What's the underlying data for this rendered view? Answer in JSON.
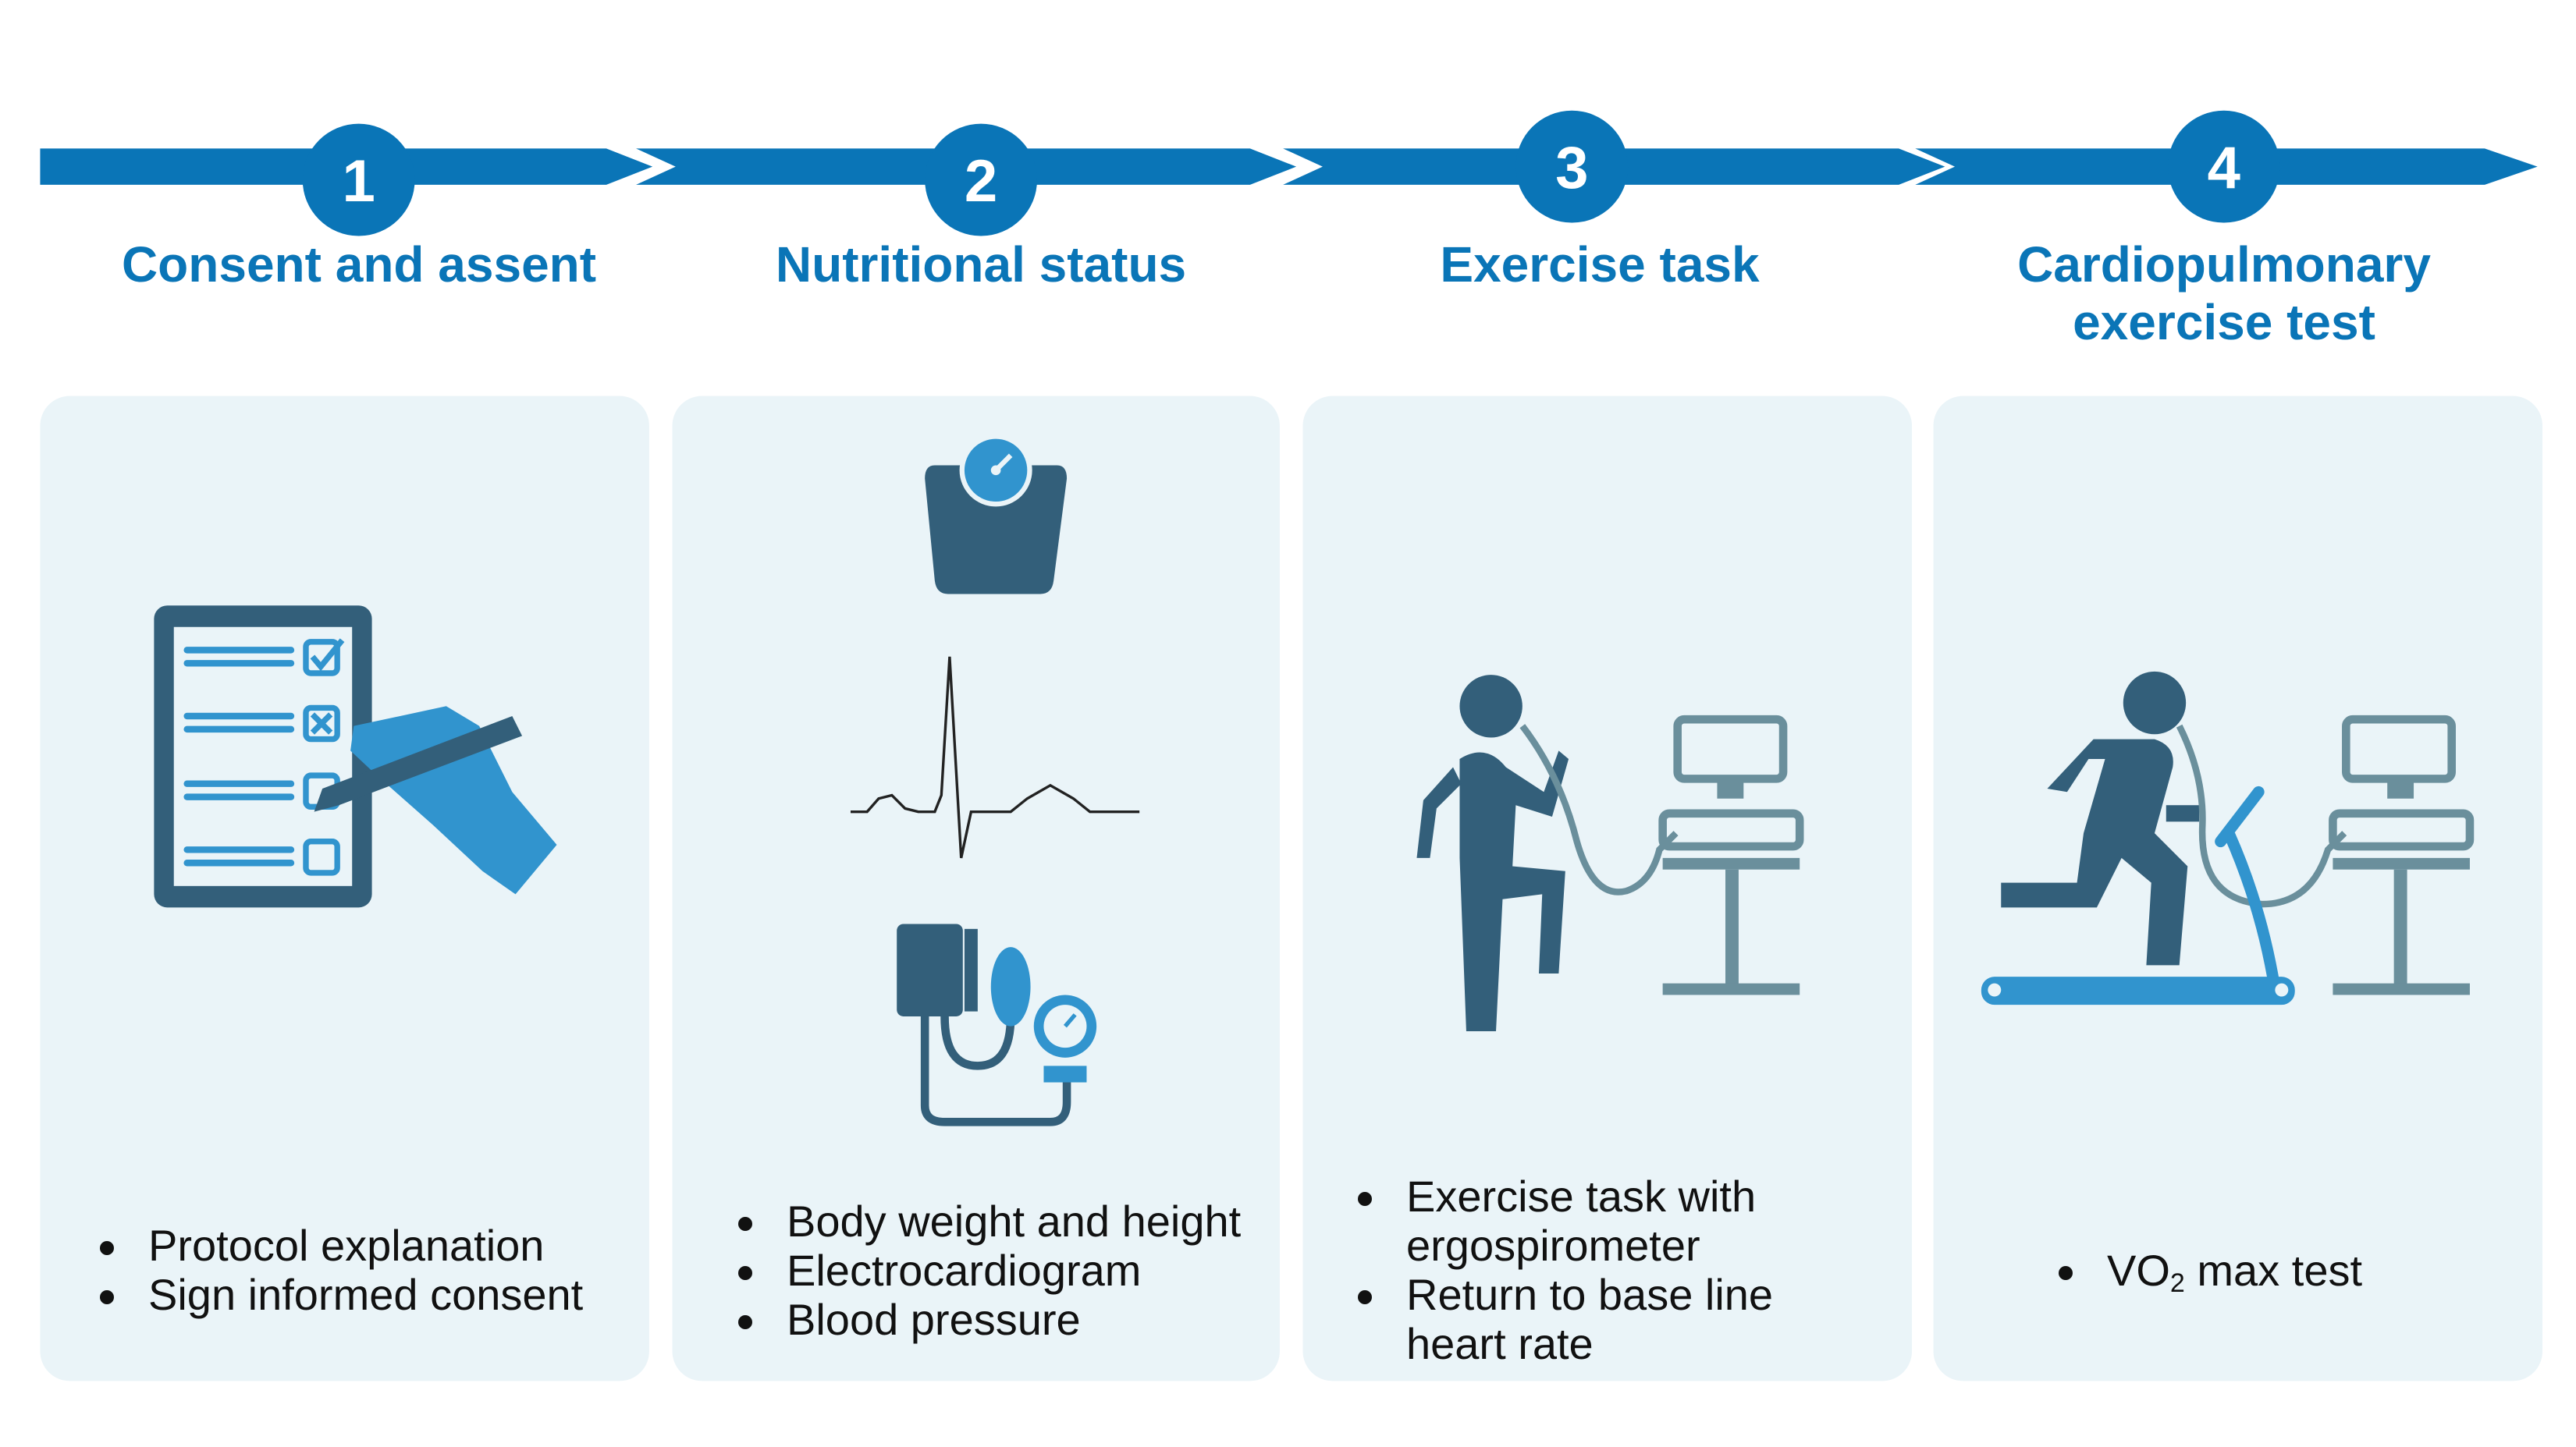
{
  "steps": [
    {
      "number": "1",
      "title": "Consent and assent",
      "bullets": [
        "Protocol explanation",
        "Sign informed consent"
      ]
    },
    {
      "number": "2",
      "title": "Nutritional status",
      "bullets": [
        "Body weight and height",
        "Electrocardiogram",
        "Blood pressure"
      ]
    },
    {
      "number": "3",
      "title": "Exercise task",
      "bullets": [
        "Exercise task with",
        "ergospirometer",
        "Return to base line",
        "heart rate"
      ]
    },
    {
      "number": "4",
      "title_line1": "Cardiopulmonary",
      "title_line2": "exercise test",
      "bullet_prefix": "VO",
      "bullet_sub": "2",
      "bullet_suffix": " max test"
    }
  ],
  "colors": {
    "accent": "#0a75b7",
    "card": "#eaf4f8",
    "dark": "#335f7a",
    "blue": "#3194ce",
    "gray": "#6a8f9c"
  }
}
